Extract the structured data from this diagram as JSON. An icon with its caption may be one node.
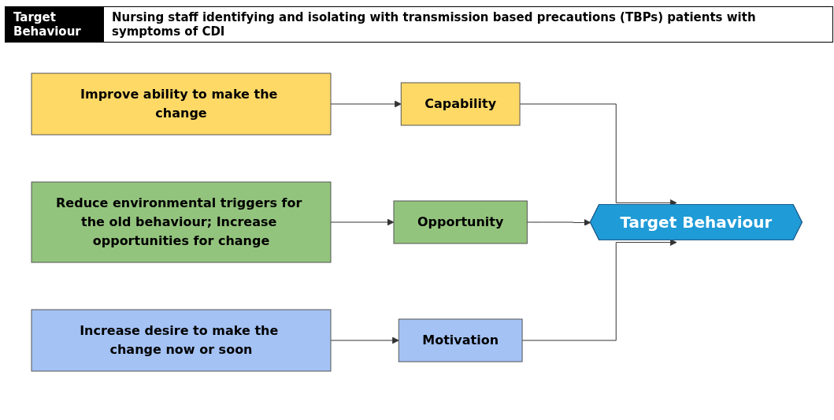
{
  "diagram": {
    "nodes": [
      {
        "text": [
          "Improve ability to make the change"
        ]
      },
      {
        "text": [
          "Capability"
        ]
      },
      {
        "text": [
          "Reduce environmental triggers for the old behaviour; Increase opportunities for change"
        ]
      },
      {
        "text": [
          "Opportunity"
        ]
      },
      {
        "text": [
          "Increase desire to make the change now or soon"
        ]
      },
      {
        "text": [
          "Motivation"
        ]
      },
      {
        "text": [
          "Target Behaviour"
        ]
      }
    ],
    "edges": [
      {
        "from": 0,
        "to": 1,
        "arrow": "to"
      },
      {
        "from": 2,
        "to": 3,
        "arrow": "to"
      },
      {
        "from": 4,
        "to": 5,
        "arrow": "to"
      },
      {
        "from": 1,
        "to": 6,
        "arrow": "to"
      },
      {
        "from": 3,
        "to": 6,
        "arrow": "to"
      },
      {
        "from": 5,
        "to": 6,
        "arrow": "to"
      }
    ],
    "labels": [
      "Target Behaviour",
      "Nursing staff identifying and isolating with transmission based precautions (TBPs) patients with symptoms of CDI"
    ]
  }
}
